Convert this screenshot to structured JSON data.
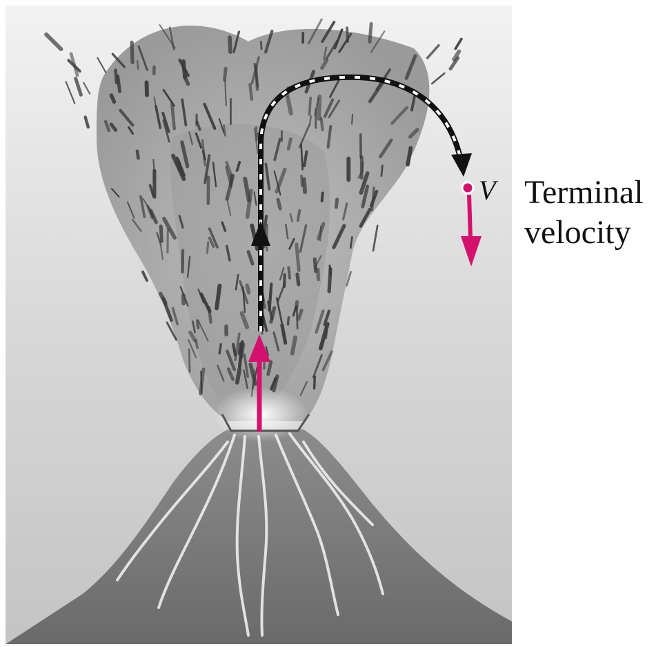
{
  "labels": {
    "velocity_symbol": "V",
    "terminal_line1": "Terminal",
    "terminal_line2": "velocity"
  },
  "colors": {
    "arrow_magenta": "#d4126e",
    "path_black": "#111111",
    "path_white": "#ffffff"
  },
  "icons": {
    "up_arrow": "up-arrow-icon",
    "down_arrow": "down-arrow-icon",
    "particle_point": "particle-point-icon"
  }
}
